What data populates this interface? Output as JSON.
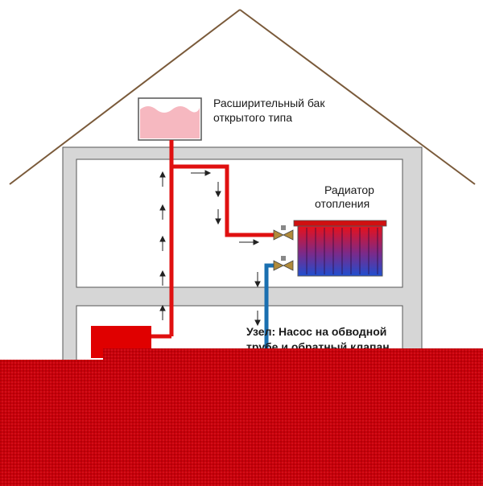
{
  "labels": {
    "tank_line1": "Расширительный бак",
    "tank_line2": "открытого типа",
    "radiator_line1": "Радиатор",
    "radiator_line2": "отопления",
    "node_line1": "Узел: Насос на обводной",
    "node_line2": "трубе и обратный клапан"
  },
  "colors": {
    "supply_pipe": "#e01010",
    "return_pipe": "#1a6fb0",
    "house_outline": "#666666",
    "roof": "#7a5a3a",
    "tank_water": "#f6b8c0",
    "boiler": "#e00000",
    "overlay": "#c8000a"
  },
  "icons": [
    "flow-arrow-icon",
    "valve-icon",
    "radiator-icon",
    "expansion-tank-icon",
    "boiler-icon"
  ]
}
